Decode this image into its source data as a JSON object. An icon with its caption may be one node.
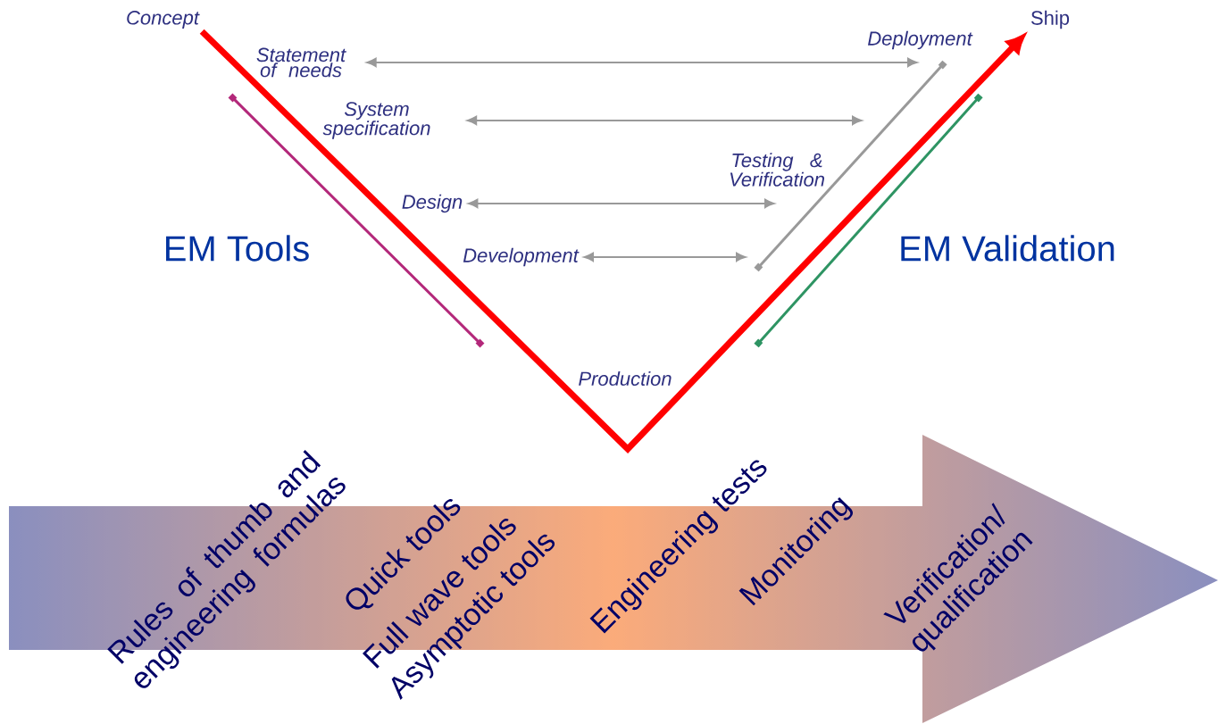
{
  "diagram": {
    "nodes": [
      {
        "text": [
          "Concept"
        ]
      },
      {
        "text": [
          "Ship"
        ]
      },
      {
        "text": [
          "Deployment"
        ]
      },
      {
        "text": [
          "Statement of needs"
        ]
      },
      {
        "text": [
          "System specification"
        ]
      },
      {
        "text": [
          "Testing & Verification"
        ]
      },
      {
        "text": [
          "Design"
        ]
      },
      {
        "text": [
          "Development"
        ]
      },
      {
        "text": [
          "Rules of thumb and engineering formulas",
          "Quick tools",
          "Full wave tools",
          "Asymptotic tools",
          "Engineering tests",
          "Monitoring",
          "Verification/ qualification"
        ]
      }
    ],
    "edges": [
      {
        "from": 0,
        "to": 1,
        "arrow": "to",
        "style": "thick",
        "color": "#ff0000"
      },
      {
        "from": 3,
        "to": 2,
        "arrow": "both"
      },
      {
        "from": 4,
        "to": null,
        "arrow": "both"
      },
      {
        "from": 6,
        "to": 5,
        "arrow": "both"
      },
      {
        "from": 7,
        "to": null,
        "arrow": "both"
      }
    ],
    "labels": [
      "EM Tools",
      "EM Validation",
      "Production"
    ]
  }
}
